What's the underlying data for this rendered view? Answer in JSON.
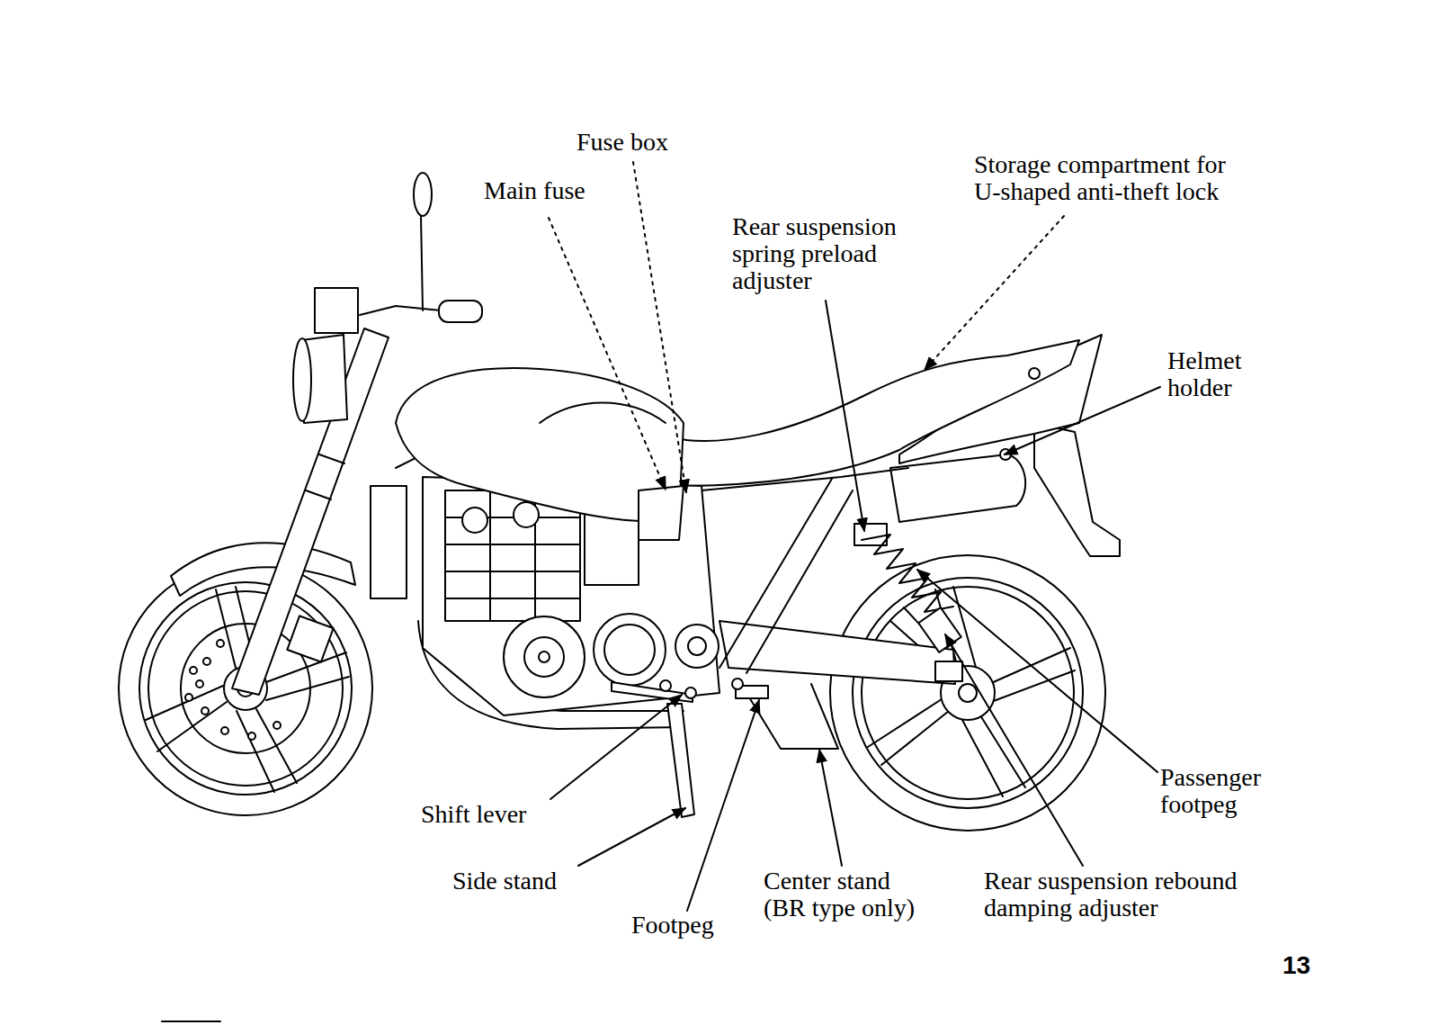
{
  "diagram": {
    "labels": [
      "Fuse box",
      "Main fuse",
      "Storage compartment for U-shaped anti-theft lock",
      "Rear suspension spring preload adjuster",
      "Helmet holder",
      "Shift lever",
      "Side stand",
      "Footpeg",
      "Center stand (BR type only)",
      "Rear suspension rebound damping adjuster",
      "Passenger footpeg",
      "13"
    ]
  }
}
